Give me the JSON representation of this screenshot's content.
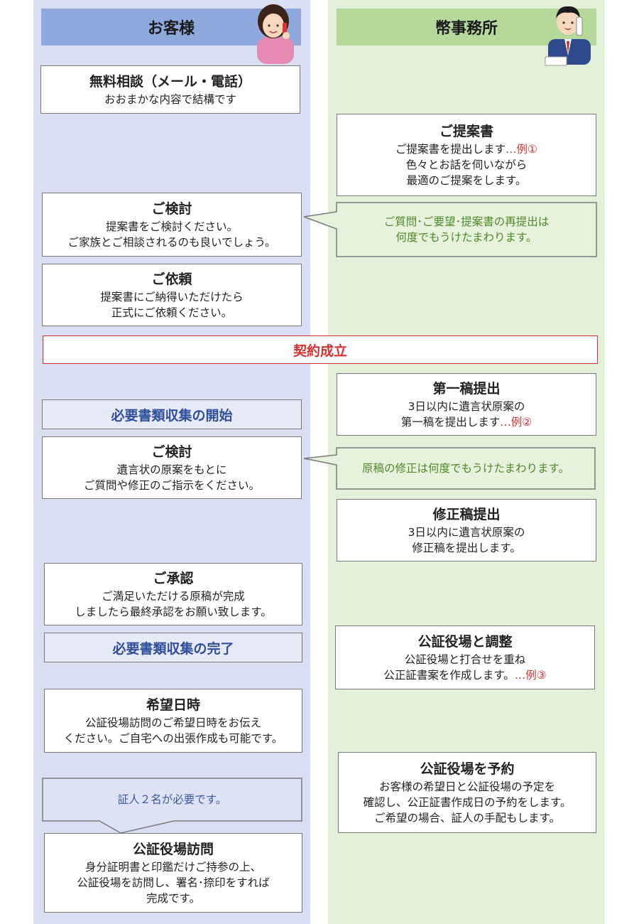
{
  "columns": {
    "left_title": "お客様",
    "right_title": "幣事務所"
  },
  "left": {
    "consult": {
      "title": "無料相談（メール・電話）",
      "line1": "おおまかな内容で結構です"
    },
    "review1": {
      "title": "ご検討",
      "line1": "提案書をご検討ください。",
      "line2": "ご家族とご相談されるのも良いでしょう。"
    },
    "request": {
      "title": "ご依頼",
      "line1": "提案書にご納得いただけたら",
      "line2": "正式にご依頼ください。"
    },
    "docs_start": "必要書類収集の開始",
    "review2": {
      "title": "ご検討",
      "line1": "遺言状の原案をもとに",
      "line2": "ご質問や修正のご指示をください。"
    },
    "approve": {
      "title": "ご承認",
      "line1": "ご満足いただける原稿が完成",
      "line2": "しましたら最終承認をお願い致します。"
    },
    "docs_end": "必要書類収集の完了",
    "date": {
      "title": "希望日時",
      "line1": "公証役場訪問のご希望日時をお伝え",
      "line2": "ください。ご自宅への出張作成も可能です。"
    },
    "witness_note": "証人２名が必要です。",
    "visit": {
      "title": "公証役場訪問",
      "line1": "身分証明書と印鑑だけご持参の上、",
      "line2": "公証役場を訪問し、署名･捺印をすれば",
      "line3": "完成です。"
    }
  },
  "right": {
    "proposal": {
      "title": "ご提案書",
      "line1": "ご提案書を提出します",
      "ex": "…例①",
      "line2": "色々とお話を伺いながら",
      "line3": "最適のご提案をします。"
    },
    "proposal_note": {
      "line1": "ご質問･ご要望･提案書の再提出は",
      "line2": "何度でもうけたまわります。"
    },
    "draft1": {
      "title": "第一稿提出",
      "line1": "3日以内に遺言状原案の",
      "line2": "第一稿を提出します",
      "ex": "…例②"
    },
    "draft_note": "原稿の修正は何度でもうけたまわります。",
    "draft2": {
      "title": "修正稿提出",
      "line1": "3日以内に遺言状原案の",
      "line2": "修正稿を提出します。"
    },
    "coordinate": {
      "title": "公証役場と調整",
      "line1": "公証役場と打合せを重ね",
      "line2": "公正証書案を作成します。",
      "ex": "…例③"
    },
    "reserve": {
      "title": "公証役場を予約",
      "line1": "お客様の希望日と公証役場の予定を",
      "line2": "確認し、公正証書作成日の予約をします。",
      "line3": "ご希望の場合、証人の手配もします。"
    }
  },
  "contract": "契約成立",
  "colors": {
    "left_header": "#8fa9dc",
    "right_header": "#b5d99a",
    "accent_red": "#d83030"
  }
}
